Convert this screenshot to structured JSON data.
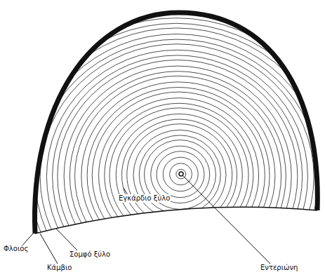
{
  "diagram": {
    "labels": [
      "Εγκάρδιο ξύλο",
      "Φλοιός",
      "Σομφό ξύλο",
      "Κάμβιο",
      "Εντεριώνη"
    ]
  }
}
